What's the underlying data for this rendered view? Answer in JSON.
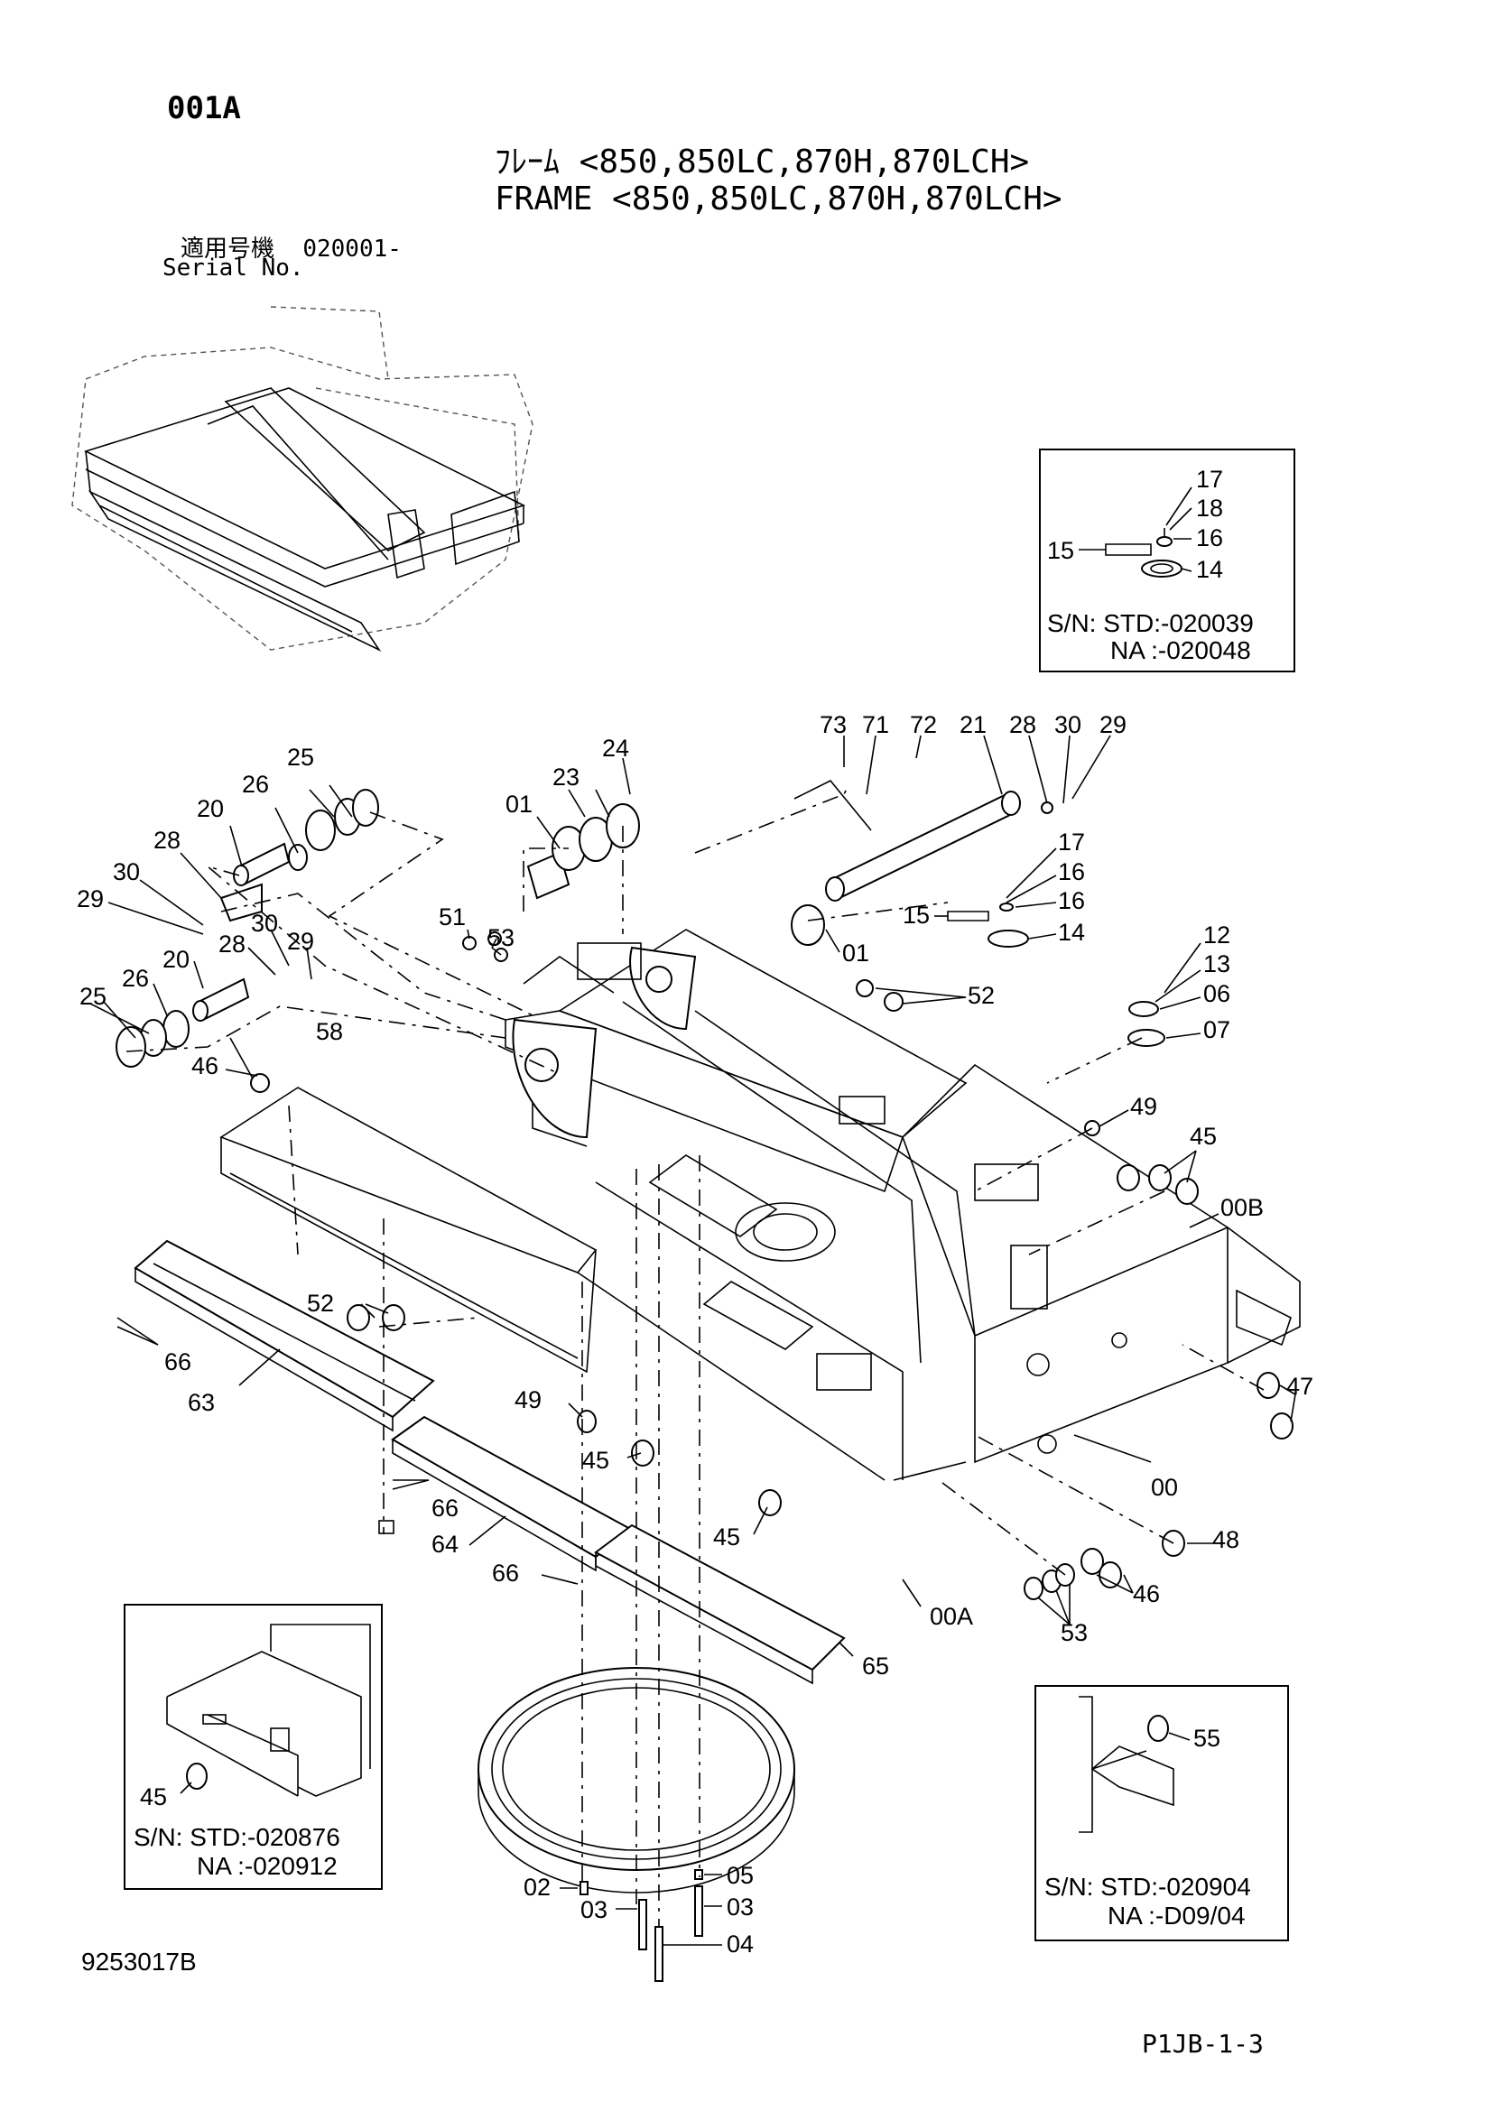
{
  "header": {
    "page_code": "001A",
    "title_jp": "ﾌﾚｰﾑ <850,850LC,870H,870LCH>",
    "title_en": "FRAME <850,850LC,870H,870LCH>",
    "serial_label_jp": "適用号機",
    "serial_value": "020001-",
    "serial_label_en": "Serial No."
  },
  "footer": {
    "drawing_number": "9253017B",
    "page_ref": "P1JB-1-3"
  },
  "callouts": {
    "c01a": "01",
    "c01b": "01",
    "c20a": "20",
    "c20b": "20",
    "c21": "21",
    "c23": "23",
    "c24": "24",
    "c25a": "25",
    "c25b": "25",
    "c26a": "26",
    "c26b": "26",
    "c28a": "28",
    "c28b": "28",
    "c28c": "28",
    "c29a": "29",
    "c29b": "29",
    "c29c": "29",
    "c30a": "30",
    "c30b": "30",
    "c30c": "30",
    "c71": "71",
    "c72": "72",
    "c73": "73",
    "c17": "17",
    "c16a": "16",
    "c16b": "16",
    "c15": "15",
    "c14": "14",
    "c12": "12",
    "c13": "13",
    "c06": "06",
    "c07": "07",
    "c51": "51",
    "c53a": "53",
    "c52a": "52",
    "c52b": "52",
    "c46a": "46",
    "c58": "58",
    "c49a": "49",
    "c49b": "49",
    "c45a": "45",
    "c00b": "00B",
    "c47": "47",
    "c00": "00",
    "c48": "48",
    "c46b": "46",
    "c53b": "53",
    "c00a": "00A",
    "c45b": "45",
    "c45c": "45",
    "c66a": "66",
    "c66b": "66",
    "c66c": "66",
    "c63": "63",
    "c64": "64",
    "c65": "65",
    "c02": "02",
    "c03a": "03",
    "c03b": "03",
    "c04": "04",
    "c05": "05"
  },
  "inset_top": {
    "callouts": {
      "c17": "17",
      "c18": "18",
      "c16": "16",
      "c15": "15",
      "c14": "14"
    },
    "sn_line1": "S/N: STD:-020039",
    "sn_line2": "NA  :-020048"
  },
  "inset_left": {
    "callout": "45",
    "sn_line1": "S/N: STD:-020876",
    "sn_line2": "NA  :-020912"
  },
  "inset_right": {
    "callout": "55",
    "sn_line1": "S/N: STD:-020904",
    "sn_line2": "NA  :-D09/04"
  }
}
